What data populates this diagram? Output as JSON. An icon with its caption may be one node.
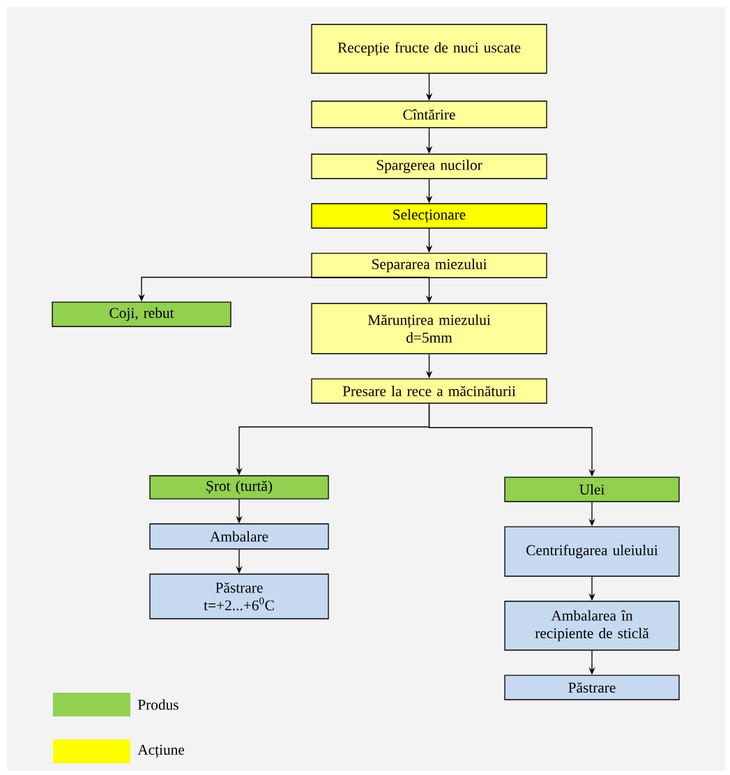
{
  "diagram": {
    "nodes": [
      {
        "text": [
          "Recepție fructe de nuci uscate"
        ]
      },
      {
        "text": [
          "Cîntărire"
        ]
      },
      {
        "text": [
          "Spargerea nucilor"
        ]
      },
      {
        "text": [
          "Selecționare"
        ]
      },
      {
        "text": [
          "Separarea miezului"
        ]
      },
      {
        "text": [
          "Coji, rebut"
        ]
      },
      {
        "text": [
          "Mărunțirea miezului",
          "d=5mm"
        ]
      },
      {
        "text": [
          "Presare la rece a măcinăturii"
        ]
      },
      {
        "text": [
          "Șrot (turtă)"
        ]
      },
      {
        "text": [
          "Ulei"
        ]
      },
      {
        "text": [
          "Ambalare"
        ]
      },
      {
        "text": [
          "Păstrare",
          "t=+2...+6$^{0}$C"
        ]
      },
      {
        "text": [
          "Centrifugarea uleiului"
        ]
      },
      {
        "text": [
          "Ambalarea în recipiente de sticlă"
        ]
      },
      {
        "text": [
          "Păstrare"
        ]
      }
    ],
    "edges": [
      {
        "from": 0,
        "to": 1,
        "arrow": "to"
      },
      {
        "from": 1,
        "to": 2,
        "arrow": "to"
      },
      {
        "from": 2,
        "to": 3,
        "arrow": "to"
      },
      {
        "from": 3,
        "to": 4,
        "arrow": "to"
      },
      {
        "from": 4,
        "to": 5,
        "arrow": "to"
      },
      {
        "from": 4,
        "to": 6,
        "arrow": "to"
      },
      {
        "from": 6,
        "to": 7,
        "arrow": "to"
      },
      {
        "from": 7,
        "to": 8,
        "arrow": "to"
      },
      {
        "from": 7,
        "to": 9,
        "arrow": "to"
      },
      {
        "from": 8,
        "to": 10,
        "arrow": "to"
      },
      {
        "from": 10,
        "to": 11,
        "arrow": "to"
      },
      {
        "from": 9,
        "to": 12,
        "arrow": "to"
      },
      {
        "from": 12,
        "to": 13,
        "arrow": "to"
      },
      {
        "from": 13,
        "to": 14,
        "arrow": "to"
      }
    ],
    "legend": [
      {
        "text": "Produs",
        "color": "#92d050"
      },
      {
        "text": "Acțiune",
        "color": "#ffff00"
      }
    ]
  }
}
